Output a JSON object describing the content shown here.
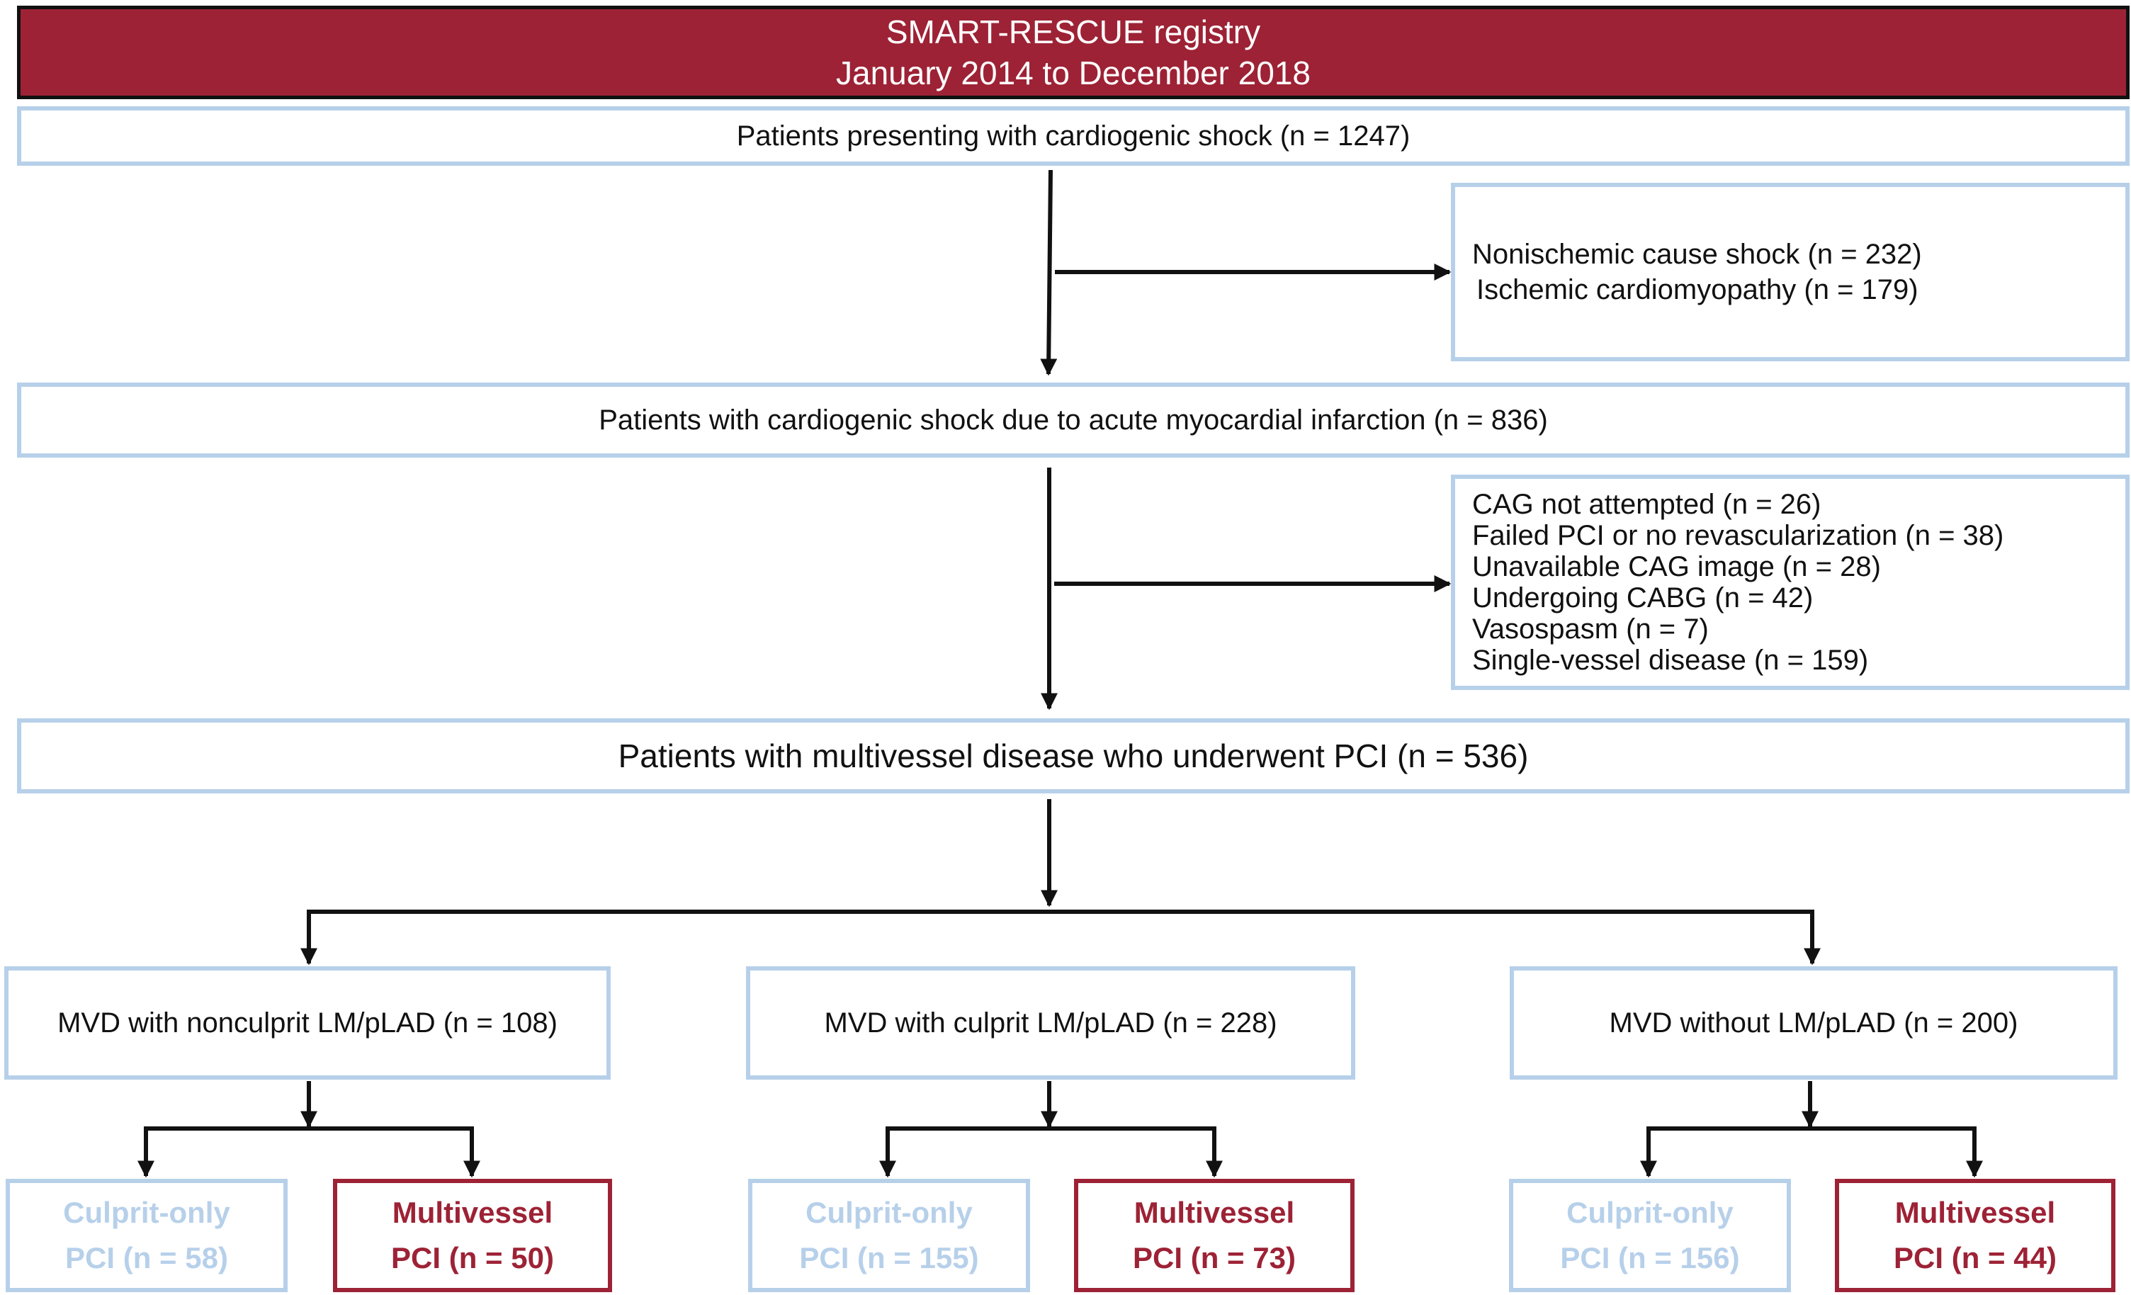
{
  "header": {
    "line1": "SMART-RESCUE registry",
    "line2": "January 2014 to December 2018"
  },
  "level1": {
    "text": "Patients presenting with cardiogenic shock (n = 1247)"
  },
  "exclusion1": {
    "items": [
      "Nonischemic cause shock (n = 232)",
      "Ischemic cardiomyopathy (n = 179)"
    ]
  },
  "level2": {
    "text": "Patients with cardiogenic shock due to acute myocardial infarction (n = 836)"
  },
  "exclusion2": {
    "items": [
      "CAG not attempted (n = 26)",
      "Failed PCI or no revascularization (n = 38)",
      "Unavailable CAG image (n = 28)",
      "Undergoing CABG (n = 42)",
      "Vasospasm (n = 7)",
      "Single-vessel  disease (n = 159)"
    ]
  },
  "level3": {
    "text": "Patients with multivessel disease who underwent PCI (n = 536)"
  },
  "groups": [
    {
      "label": "MVD with nonculprit LM/pLAD (n = 108)",
      "culprit_only": {
        "line1": "Culprit-only",
        "line2": "PCI (n = 58)"
      },
      "multivessel": {
        "line1": "Multivessel",
        "line2": "PCI (n = 50)"
      }
    },
    {
      "label": "MVD with culprit LM/pLAD (n = 228)",
      "culprit_only": {
        "line1": "Culprit-only",
        "line2": "PCI (n = 155)"
      },
      "multivessel": {
        "line1": "Multivessel",
        "line2": "PCI (n = 73)"
      }
    },
    {
      "label": "MVD without LM/pLAD (n = 200)",
      "culprit_only": {
        "line1": "Culprit-only",
        "line2": "PCI (n = 156)"
      },
      "multivessel": {
        "line1": "Multivessel",
        "line2": "PCI (n = 44)"
      }
    }
  ],
  "colors": {
    "accent_red": "#9d2235",
    "box_blue": "#b7d0ea",
    "arrow": "#111111"
  }
}
